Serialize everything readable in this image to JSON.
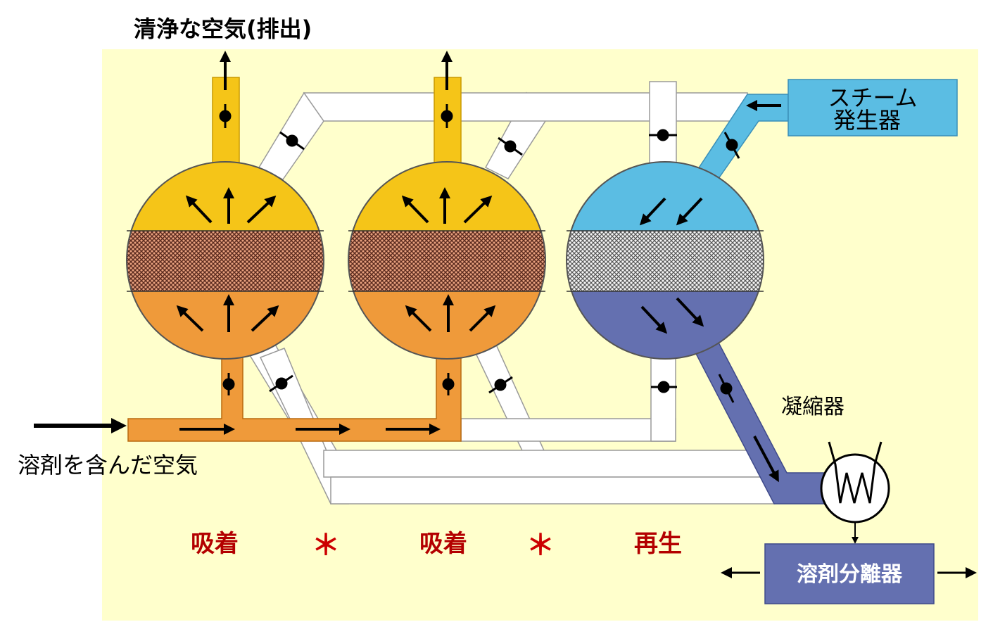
{
  "labels": {
    "clean_air": "清浄な空気(排出)",
    "steam_generator_line1": "スチーム",
    "steam_generator_line2": "発生器",
    "condenser": "凝縮器",
    "solvent_air": "溶剤を含んだ空気",
    "separator": "溶剤分離器"
  },
  "states": [
    {
      "text": "吸着",
      "color": "#b30000"
    },
    {
      "text": "＊",
      "color": "#cc0000"
    },
    {
      "text": "吸着",
      "color": "#b30000"
    },
    {
      "text": "＊",
      "color": "#cc0000"
    },
    {
      "text": "再生",
      "color": "#b30000"
    }
  ],
  "colors": {
    "background": "#ffffcc",
    "yellow": "#f5c518",
    "orange": "#ef9a3a",
    "light_blue": "#5bbde3",
    "slate_blue": "#6470b0",
    "duct_white": "#ffffff",
    "bed_adsorbing": "#7a4a3a",
    "bed_regenerating": "#888888"
  }
}
